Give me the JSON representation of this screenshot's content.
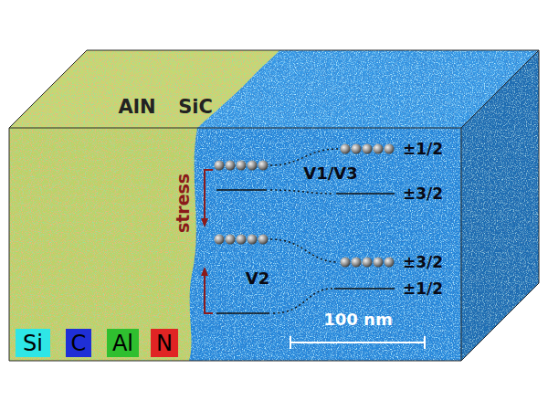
{
  "diagram": {
    "labels": [
      "AlN",
      "SiC",
      "±1/2",
      "V1/V3",
      "±3/2",
      "stress",
      "±3/2",
      "V2",
      "±1/2",
      "100 nm"
    ],
    "legend": [
      {
        "text": "Si",
        "color": "#2ee6e6"
      },
      {
        "text": "C",
        "color": "#1f2fd6"
      },
      {
        "text": "Al",
        "color": "#2fbf2f"
      },
      {
        "text": "N",
        "color": "#e02424"
      }
    ]
  }
}
